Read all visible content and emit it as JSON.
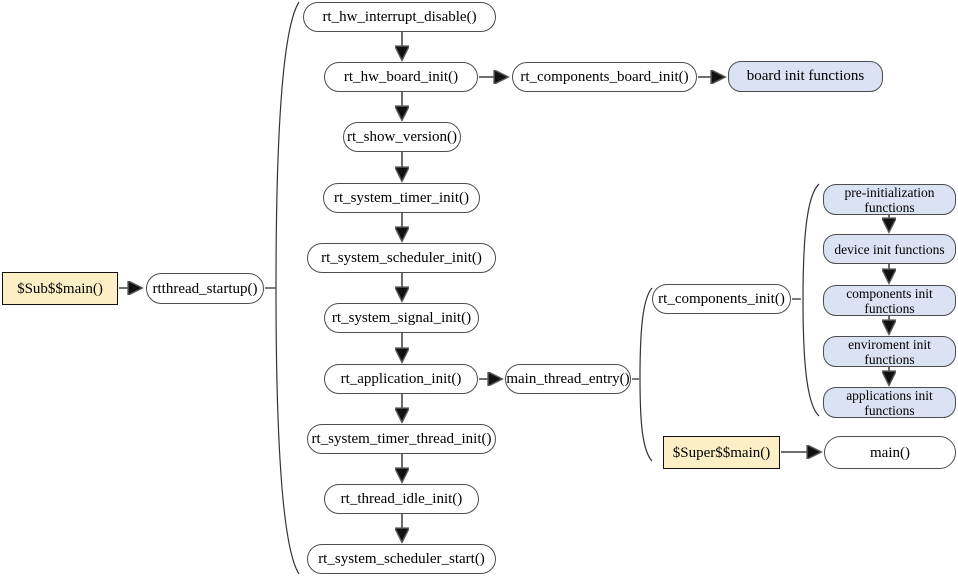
{
  "diagram": {
    "nodes": {
      "sub_main": "$Sub$$main()",
      "rtthread_startup": "rtthread_startup()",
      "rt_hw_interrupt_disable": "rt_hw_interrupt_disable()",
      "rt_hw_board_init": "rt_hw_board_init()",
      "rt_components_board_init": "rt_components_board_init()",
      "board_init_functions": "board init functions",
      "rt_show_version": "rt_show_version()",
      "rt_system_timer_init": "rt_system_timer_init()",
      "rt_system_scheduler_init": "rt_system_scheduler_init()",
      "rt_system_signal_init": "rt_system_signal_init()",
      "rt_application_init": "rt_application_init()",
      "main_thread_entry": "main_thread_entry()",
      "rt_components_init": "rt_components_init()",
      "pre_initialization_functions": "pre-initialization functions",
      "device_init_functions": "device init functions",
      "components_init_functions": "components init functions",
      "enviroment_init_functions": "enviroment init functions",
      "applications_init_functions": "applications init functions",
      "super_main": "$Super$$main()",
      "main": "main()",
      "rt_system_timer_thread_init": "rt_system_timer_thread_init()",
      "rt_thread_idle_init": "rt_thread_idle_init()",
      "rt_system_scheduler_start": "rt_system_scheduler_start()"
    },
    "colors": {
      "tan_fill": "#fcefc6",
      "tan_border": "#111111",
      "blue_fill": "#dbe2f3",
      "node_border": "#4d4d4d",
      "line": "#5b5b5b",
      "arrowhead": "#111111"
    }
  }
}
